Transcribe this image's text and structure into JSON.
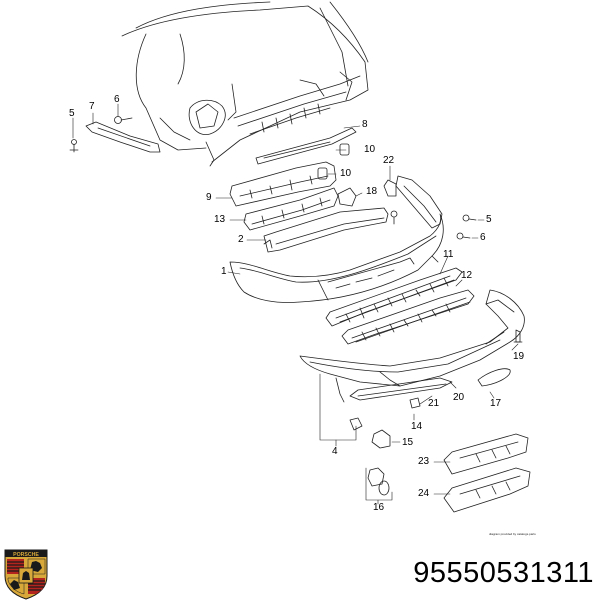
{
  "diagram": {
    "callouts": {
      "c1": "1",
      "c2": "2",
      "c4": "4",
      "c5a": "5",
      "c5b": "5",
      "c6a": "6",
      "c6b": "6",
      "c7": "7",
      "c8": "8",
      "c9": "9",
      "c10a": "10",
      "c10b": "10",
      "c11": "11",
      "c12": "12",
      "c13": "13",
      "c14": "14",
      "c15": "15",
      "c16": "16",
      "c17": "17",
      "c18": "18",
      "c19": "19",
      "c20": "20",
      "c21": "21",
      "c22": "22",
      "c23": "23",
      "c24": "24"
    },
    "attribution": "diagram provided by catalogs.parts",
    "part_number": "95550531311"
  },
  "brand": {
    "crest_text": "PORSCHE",
    "colors": {
      "crest_gold": "#d8a93a",
      "crest_red": "#b3241f",
      "crest_black": "#1a1a1a",
      "line": "#222222"
    }
  }
}
